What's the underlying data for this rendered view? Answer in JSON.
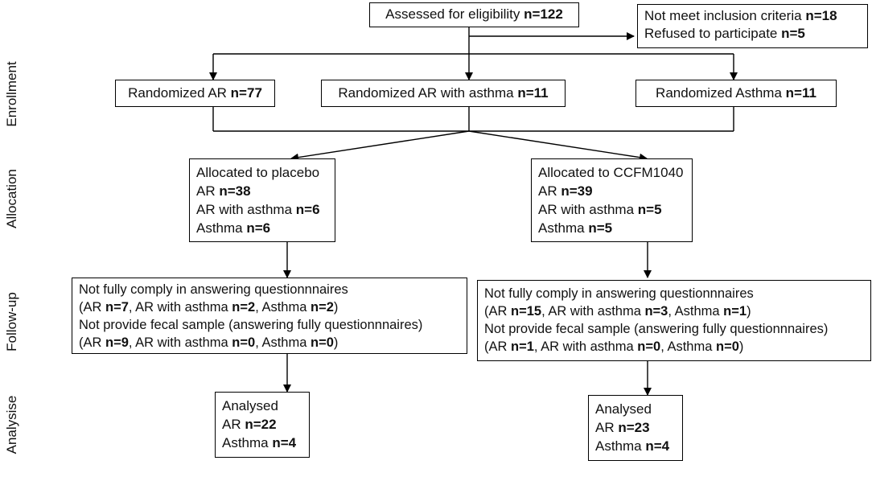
{
  "stages": {
    "enrollment": "Enrollment",
    "allocation": "Allocation",
    "followup": "Follow-up",
    "analysis": "Analysise"
  },
  "assessed": {
    "text": "Assessed for eligibility ",
    "n": "n=122"
  },
  "excluded": {
    "line1_text": "Not meet inclusion criteria ",
    "line1_n": "n=18",
    "line2_text": "Refused to participate ",
    "line2_n": "n=5"
  },
  "randomized": {
    "ar": {
      "text": "Randomized AR ",
      "n": "n=77"
    },
    "ar_asthma": {
      "text": "Randomized AR with asthma ",
      "n": "n=11"
    },
    "asthma": {
      "text": "Randomized Asthma ",
      "n": "n=11"
    }
  },
  "placebo": {
    "title": "Allocated to placebo",
    "ar_text": "AR ",
    "ar_n": "n=38",
    "ar_asthma_text": "AR with asthma ",
    "ar_asthma_n": "n=6",
    "asthma_text": "Asthma ",
    "asthma_n": "n=6"
  },
  "ccfm": {
    "title": "Allocated to CCFM1040",
    "ar_text": "AR ",
    "ar_n": "n=39",
    "ar_asthma_text": "AR with asthma ",
    "ar_asthma_n": "n=5",
    "asthma_text": "Asthma ",
    "asthma_n": "n=5"
  },
  "followup_placebo": {
    "l1": "Not fully comply in answering questionnnaires",
    "l2a": "(AR ",
    "l2b": "n=7",
    "l2c": ", AR with asthma ",
    "l2d": "n=2",
    "l2e": ", Asthma ",
    "l2f": "n=2",
    "l2g": ")",
    "l3": "Not provide fecal sample (answering fully questionnnaires)",
    "l4a": "(AR ",
    "l4b": "n=9",
    "l4c": ", AR with asthma ",
    "l4d": "n=0",
    "l4e": ", Asthma ",
    "l4f": "n=0",
    "l4g": ")"
  },
  "followup_ccfm": {
    "l1": "Not fully comply in answering questionnnaires",
    "l2a": "(AR ",
    "l2b": "n=15",
    "l2c": ", AR with asthma ",
    "l2d": "n=3",
    "l2e": ", Asthma ",
    "l2f": "n=1",
    "l2g": ")",
    "l3": "Not provide fecal sample (answering fully questionnnaires)",
    "l4a": "(AR ",
    "l4b": "n=1",
    "l4c": ", AR with asthma ",
    "l4d": "n=0",
    "l4e": ", Asthma ",
    "l4f": "n=0",
    "l4g": ")"
  },
  "analysed_placebo": {
    "title": "Analysed",
    "ar_text": "AR ",
    "ar_n": "n=22",
    "asthma_text": "Asthma ",
    "asthma_n": "n=4"
  },
  "analysed_ccfm": {
    "title": "Analysed",
    "ar_text": "AR ",
    "ar_n": "n=23",
    "asthma_text": "Asthma ",
    "asthma_n": "n=4"
  }
}
